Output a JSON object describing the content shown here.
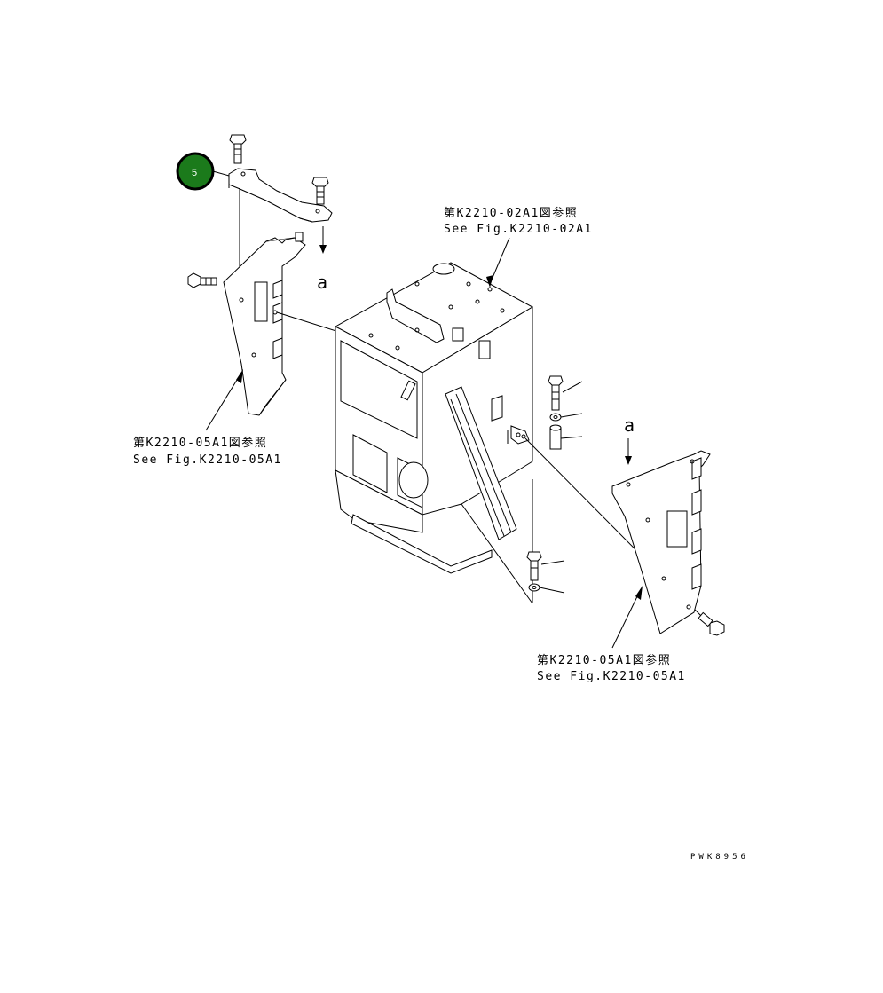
{
  "diagram": {
    "callout_badge": {
      "number": "5",
      "color": "#1b7a1b"
    },
    "refs": [
      {
        "jp": "第K2210-02A1図参照",
        "en": "See Fig.K2210-02A1"
      },
      {
        "jp": "第K2210-05A1図参照",
        "en": "See Fig.K2210-05A1"
      },
      {
        "jp": "第K2210-05A1図参照",
        "en": "See Fig.K2210-05A1"
      }
    ],
    "view_marker_top": "a",
    "view_marker_right": "a",
    "drawing_code": "PWK8956"
  }
}
